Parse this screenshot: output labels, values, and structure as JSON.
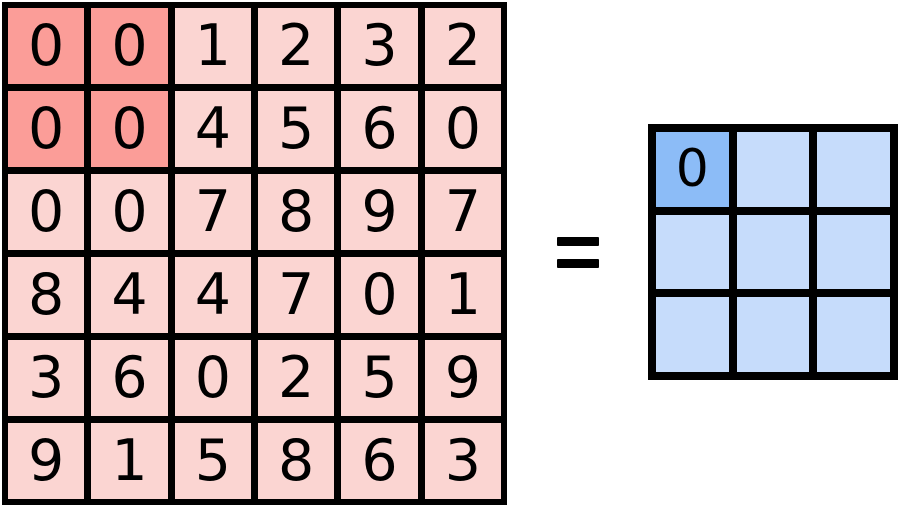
{
  "diagram": {
    "type": "matrix-operation-illustration",
    "description": "6x6 input grid with a highlighted 2x2 top-left block equals a 3x3 output grid with the top-left cell highlighted",
    "colors": {
      "background": "#ffffff",
      "border": "#000000",
      "input_cell": "#fbd5d2",
      "input_cell_highlight": "#fb9d98",
      "output_cell": "#c6dcfb",
      "output_cell_highlight": "#8cbcf7",
      "text": "#000000"
    }
  },
  "input_matrix": {
    "name": "input-matrix",
    "rows": 6,
    "cols": 6,
    "values": [
      [
        "0",
        "0",
        "1",
        "2",
        "3",
        "2"
      ],
      [
        "0",
        "0",
        "4",
        "5",
        "6",
        "0"
      ],
      [
        "0",
        "0",
        "7",
        "8",
        "9",
        "7"
      ],
      [
        "8",
        "4",
        "4",
        "7",
        "0",
        "1"
      ],
      [
        "3",
        "6",
        "0",
        "2",
        "5",
        "9"
      ],
      [
        "9",
        "1",
        "5",
        "8",
        "6",
        "3"
      ]
    ],
    "highlighted": [
      [
        0,
        0
      ],
      [
        0,
        1
      ],
      [
        1,
        0
      ],
      [
        1,
        1
      ]
    ]
  },
  "operator": {
    "name": "equals-sign",
    "symbol": "="
  },
  "output_matrix": {
    "name": "output-matrix",
    "rows": 3,
    "cols": 3,
    "values": [
      [
        "0",
        "",
        ""
      ],
      [
        "",
        "",
        ""
      ],
      [
        "",
        "",
        ""
      ]
    ],
    "highlighted": [
      [
        0,
        0
      ]
    ]
  }
}
